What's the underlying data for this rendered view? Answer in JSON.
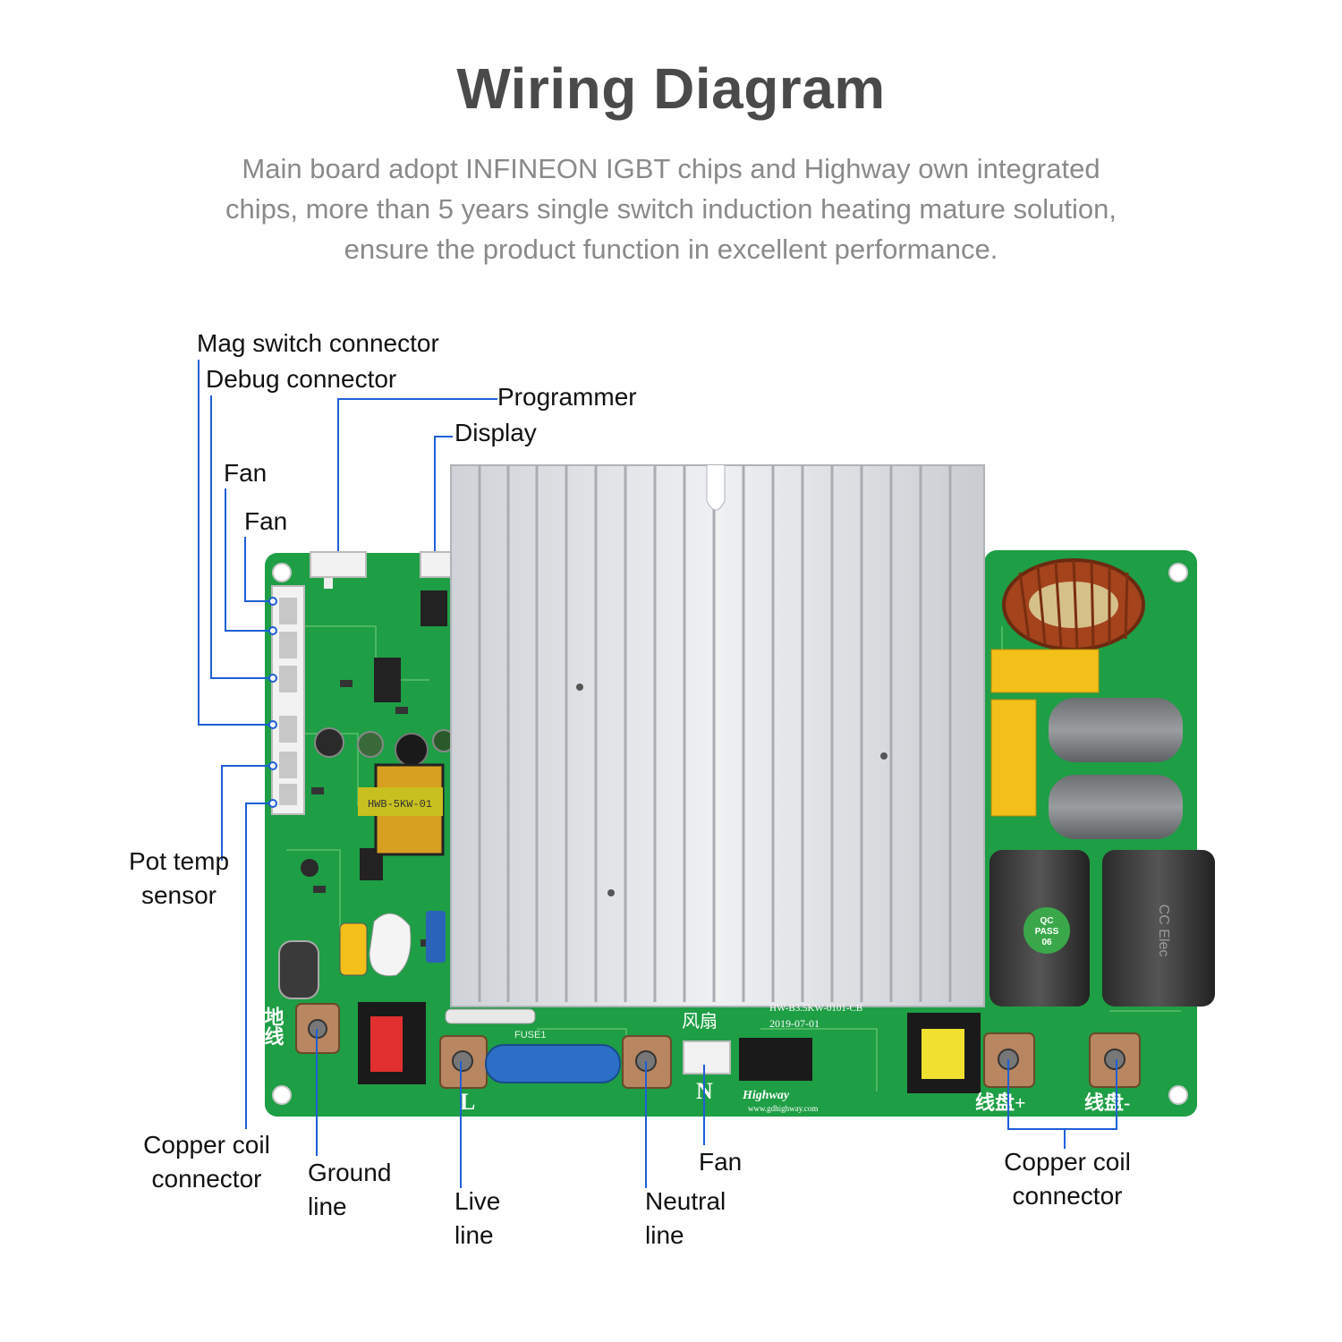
{
  "header": {
    "title": "Wiring Diagram",
    "subtitle_lines": [
      "Main board adopt INFINEON IGBT chips and Highway own integrated",
      "chips, more than 5 years single switch induction heating mature solution,",
      "ensure the product function in excellent performance."
    ]
  },
  "labels": {
    "mag_switch": "Mag switch connector",
    "debug": "Debug connector",
    "programmer": "Programmer",
    "display": "Display",
    "fan_1": "Fan",
    "fan_2": "Fan",
    "pot_temp": [
      "Pot temp",
      "sensor"
    ],
    "copper_coil_left": [
      "Copper coil",
      "connector"
    ],
    "ground": [
      "Ground",
      "line"
    ],
    "live": [
      "Live",
      "line"
    ],
    "fan_bottom": "Fan",
    "neutral": [
      "Neutral",
      "line"
    ],
    "copper_coil_right": [
      "Copper coil",
      "connector"
    ]
  },
  "board_markings": {
    "l_terminal": "L",
    "n_terminal": "N",
    "ground_cn": "地线",
    "fan_cn": "风扇",
    "coil_plus": "线盘+",
    "coil_minus": "线盘-",
    "date": "2019-07-01",
    "brand": "Highway",
    "website": "www.gdhighway.com",
    "transformer_code": "HWB-5KW-01",
    "model_code": "HW-B3.5KW-0101-CB",
    "fuse": "FUSE1",
    "qc_stamp": [
      "QC",
      "PASS",
      "06"
    ],
    "cap_brand": "CC Elec"
  },
  "colors": {
    "pcb_green": "#1e9e45",
    "leader_blue": "#1f5fd6",
    "heatsink": "#e4e7ea"
  }
}
